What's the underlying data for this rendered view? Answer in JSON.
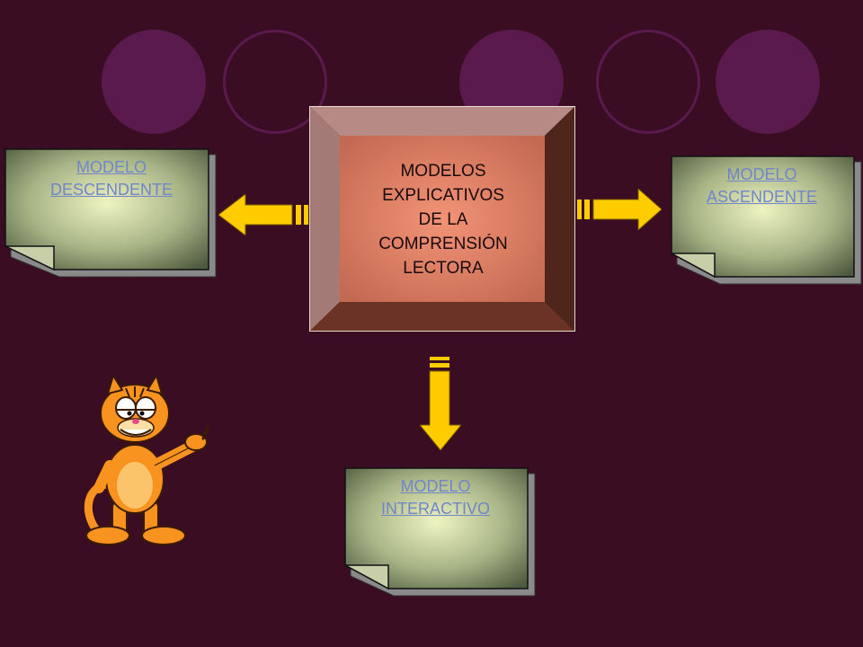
{
  "center": {
    "lines": [
      "MODELOS",
      "EXPLICATIVOS",
      "DE LA",
      "COMPRENSIÓN",
      "LECTORA"
    ]
  },
  "models": {
    "descendente": {
      "line1": "MODELO",
      "line2": "DESCENDENTE"
    },
    "ascendente": {
      "line1": "MODELO",
      "line2": "ASCENDENTE"
    },
    "interactivo": {
      "line1": "MODELO",
      "line2": "INTERACTIVO"
    }
  },
  "colors": {
    "background": "#3b0d22",
    "circle": "#5a1a4e",
    "arrow": "#ffcc00",
    "link": "#6f86c8",
    "note_fill": "#a8b486"
  },
  "decoration": {
    "mascot": "cartoon-cat-pointing"
  }
}
